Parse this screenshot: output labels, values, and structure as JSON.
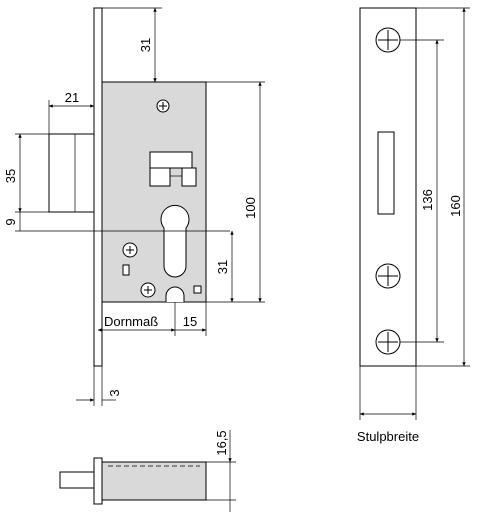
{
  "dimensions": {
    "top_offset": "31",
    "bolt_throw": "21",
    "bolt_height": "35",
    "bolt_axis": "9",
    "case_height": "100",
    "cylinder_offset": "31",
    "backset_label": "Dornmaß",
    "backset_extra": "15",
    "faceplate_thickness": "3",
    "screw_spacing": "136",
    "faceplate_length": "160",
    "bottom_height": "16,5"
  },
  "labels": {
    "faceplate_width": "Stulpbreite"
  }
}
